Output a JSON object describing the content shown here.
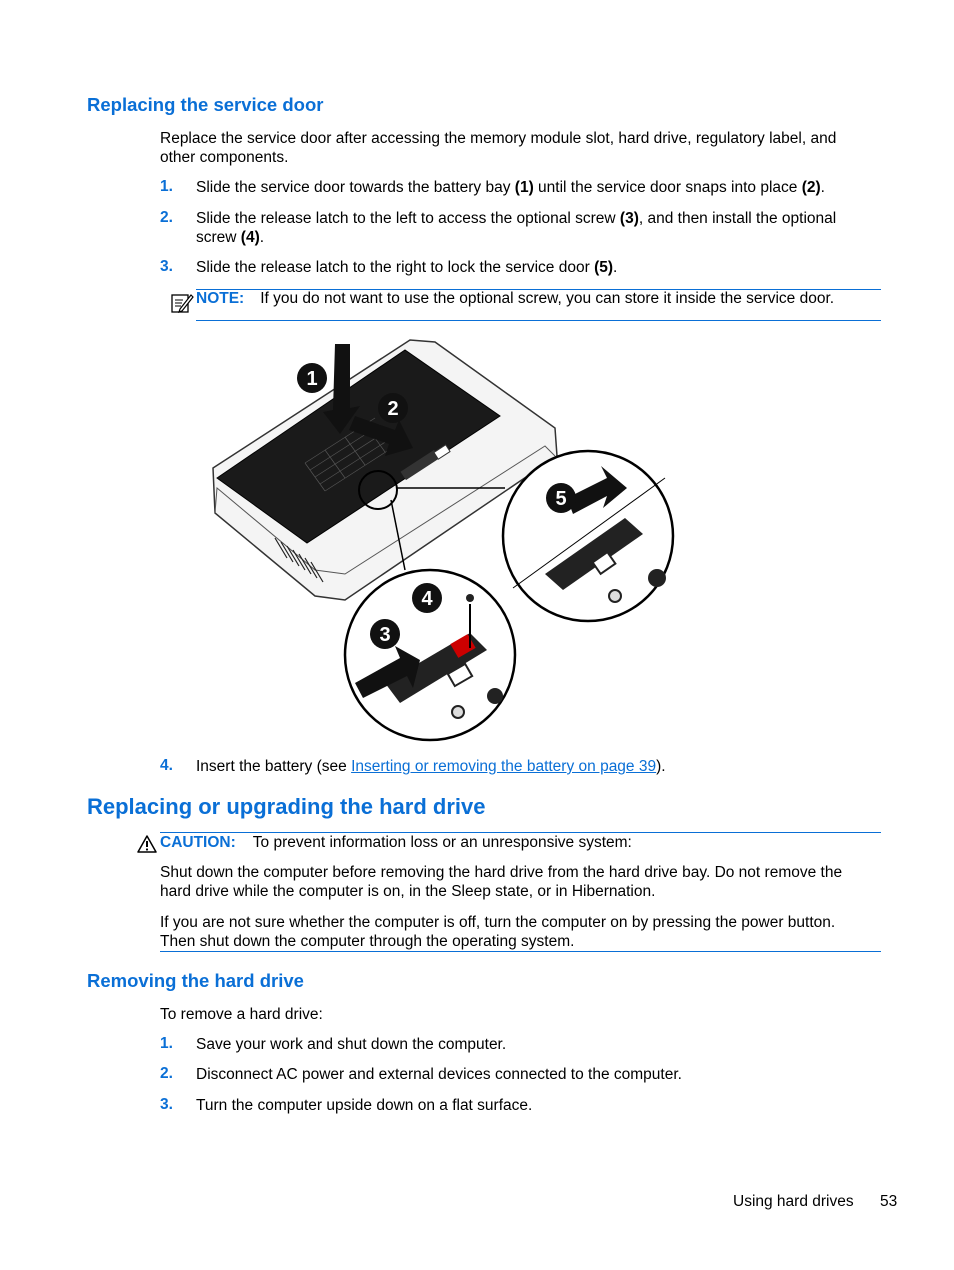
{
  "section1": {
    "heading": "Replacing the service door",
    "intro_line1": "Replace the service door after accessing the memory module slot, hard drive, regulatory label, and",
    "intro_line2": "other components.",
    "steps": [
      {
        "num": "1.",
        "parts": [
          "Slide the service door towards the battery bay ",
          "(1)",
          " until the service door snaps into place ",
          "(2)",
          "."
        ]
      },
      {
        "num": "2.",
        "line1_parts": [
          "Slide the release latch to the left to access the optional screw ",
          "(3)",
          ", and then install the optional"
        ],
        "line2_parts": [
          "screw ",
          "(4)",
          "."
        ]
      },
      {
        "num": "3.",
        "parts": [
          "Slide the release latch to the right to lock the service door ",
          "(5)",
          "."
        ]
      }
    ],
    "note": {
      "icon": "note-pencil-icon",
      "label": "NOTE:",
      "text": "If you do not want to use the optional screw, you can store it inside the service door."
    },
    "figure": {
      "callouts": [
        "1",
        "2",
        "3",
        "4",
        "5"
      ]
    },
    "step4": {
      "num": "4.",
      "before": "Insert the battery (see ",
      "link": "Inserting or removing the battery on page 39",
      "after": ")."
    }
  },
  "section2": {
    "heading": "Replacing or upgrading the hard drive",
    "caution": {
      "icon": "warning-triangle-icon",
      "label": "CAUTION:",
      "text": "To prevent information loss or an unresponsive system:",
      "para1_line1": "Shut down the computer before removing the hard drive from the hard drive bay. Do not remove the",
      "para1_line2": "hard drive while the computer is on, in the Sleep state, or in Hibernation.",
      "para2_line1": "If you are not sure whether the computer is off, turn the computer on by pressing the power button.",
      "para2_line2": "Then shut down the computer through the operating system."
    }
  },
  "section3": {
    "heading": "Removing the hard drive",
    "intro": "To remove a hard drive:",
    "steps": [
      {
        "num": "1.",
        "text": "Save your work and shut down the computer."
      },
      {
        "num": "2.",
        "text": "Disconnect AC power and external devices connected to the computer."
      },
      {
        "num": "3.",
        "text": "Turn the computer upside down on a flat surface."
      }
    ]
  },
  "footer": {
    "section_title": "Using hard drives",
    "page_number": "53"
  },
  "colors": {
    "accent": "#0a6fd6"
  }
}
